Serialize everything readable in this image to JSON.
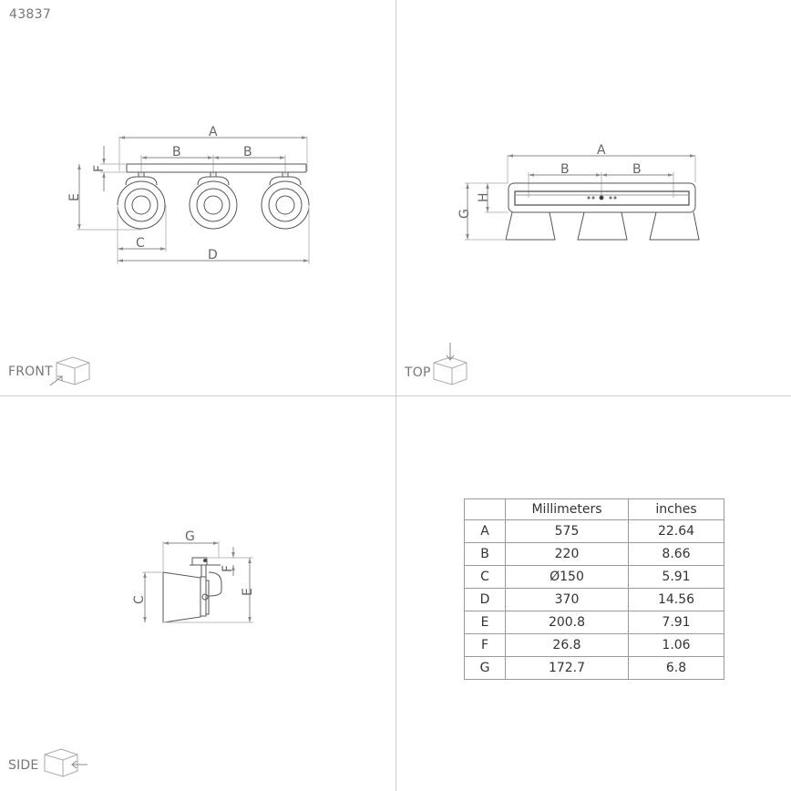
{
  "product_id": "43837",
  "views": {
    "front": {
      "label": "FRONT"
    },
    "top": {
      "label": "TOP"
    },
    "side": {
      "label": "SIDE"
    }
  },
  "dimension_letters": {
    "front": [
      "A",
      "B",
      "B",
      "C",
      "D",
      "E",
      "F"
    ],
    "top": [
      "A",
      "B",
      "B",
      "G",
      "H"
    ],
    "side": [
      "G",
      "C",
      "E",
      "F"
    ]
  },
  "table": {
    "headers": [
      "",
      "Millimeters",
      "inches"
    ],
    "rows": [
      {
        "key": "A",
        "mm": "575",
        "in": "22.64"
      },
      {
        "key": "B",
        "mm": "220",
        "in": "8.66"
      },
      {
        "key": "C",
        "mm": "Ø150",
        "in": "5.91"
      },
      {
        "key": "D",
        "mm": "370",
        "in": "14.56"
      },
      {
        "key": "E",
        "mm": "200.8",
        "in": "7.91"
      },
      {
        "key": "F",
        "mm": "26.8",
        "in": "1.06"
      },
      {
        "key": "G",
        "mm": "172.7",
        "in": "6.8"
      }
    ]
  },
  "colors": {
    "line": "#555555",
    "dim_line": "#888888",
    "divider": "#cfcfcf",
    "text": "#666666"
  }
}
